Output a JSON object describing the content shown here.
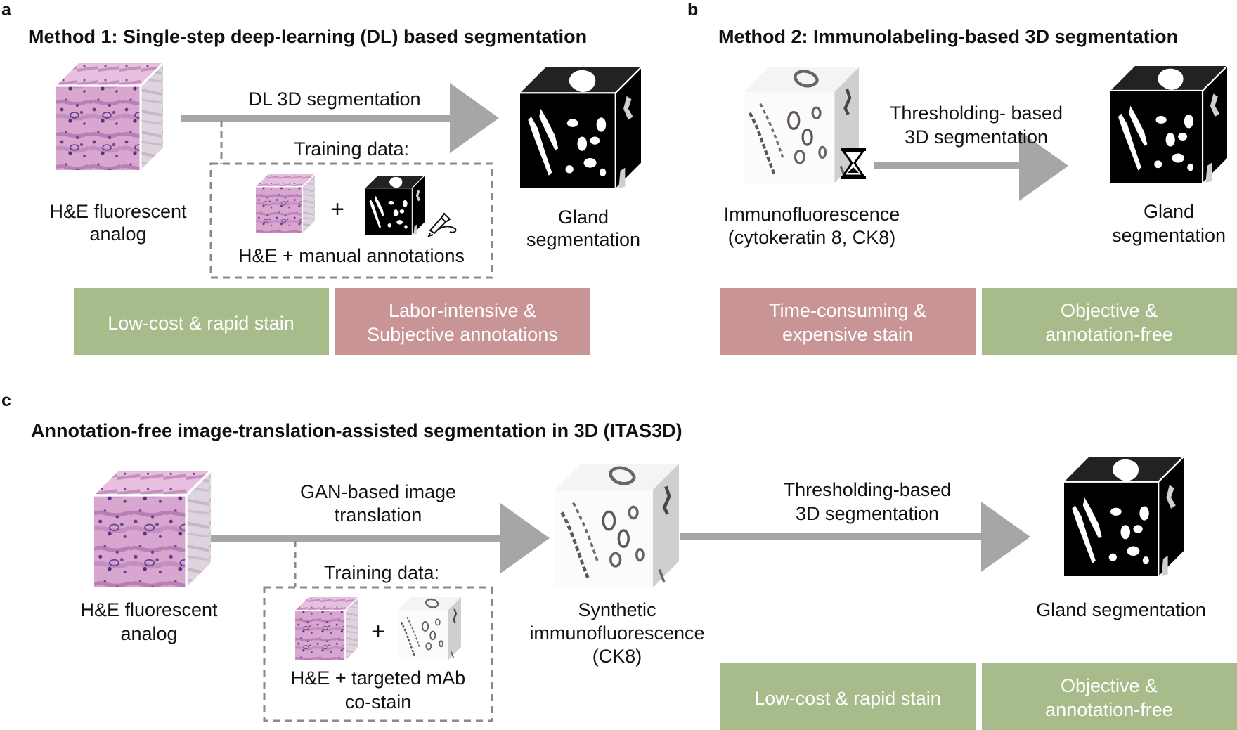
{
  "panels": {
    "a": {
      "letter": "a",
      "title": "Method 1: Single-step deep-learning (DL) based segmentation",
      "input_label": [
        "H&E fluorescent",
        "analog"
      ],
      "arrow_label": "DL 3D segmentation",
      "training_title": "Training data:",
      "plus": "+",
      "training_caption": "H&E + manual annotations",
      "output_label": [
        "Gland",
        "segmentation"
      ],
      "boxes": [
        {
          "lines": [
            "Low-cost & rapid stain"
          ],
          "tone": "green"
        },
        {
          "lines": [
            "Labor-intensive &",
            "Subjective annotations"
          ],
          "tone": "red"
        }
      ]
    },
    "b": {
      "letter": "b",
      "title": "Method 2: Immunolabeling-based 3D segmentation",
      "input_label": [
        "Immunofluorescence",
        "(cytokeratin 8, CK8)"
      ],
      "arrow_label": [
        "Thresholding- based",
        "3D segmentation"
      ],
      "output_label": [
        "Gland",
        "segmentation"
      ],
      "boxes": [
        {
          "lines": [
            "Time-consuming &",
            "expensive stain"
          ],
          "tone": "red"
        },
        {
          "lines": [
            "Objective &",
            "annotation-free"
          ],
          "tone": "green"
        }
      ]
    },
    "c": {
      "letter": "c",
      "title": "Annotation-free image-translation-assisted segmentation in 3D (ITAS3D)",
      "input_label": [
        "H&E fluorescent",
        "analog"
      ],
      "arrow1_label": [
        "GAN-based image",
        "translation"
      ],
      "training_title": "Training data:",
      "plus": "+",
      "training_caption": [
        "H&E + targeted mAb",
        "co-stain"
      ],
      "mid_label": [
        "Synthetic",
        "immunofluorescence",
        "(CK8)"
      ],
      "arrow2_label": [
        "Thresholding-based",
        "3D segmentation"
      ],
      "output_label": [
        "Gland segmentation"
      ],
      "boxes": [
        {
          "lines": [
            "Low-cost & rapid stain"
          ],
          "tone": "green"
        },
        {
          "lines": [
            "Objective &",
            "annotation-free"
          ],
          "tone": "red_or_green_green"
        }
      ]
    }
  },
  "colors": {
    "green": "#a7bc8a",
    "red": "#c99496",
    "arrow": "#a6a6a6",
    "he_pink": "#c98fc2",
    "he_purple": "#6a4a9c"
  },
  "icons": [
    "hourglass-icon",
    "pen-hand-icon"
  ]
}
